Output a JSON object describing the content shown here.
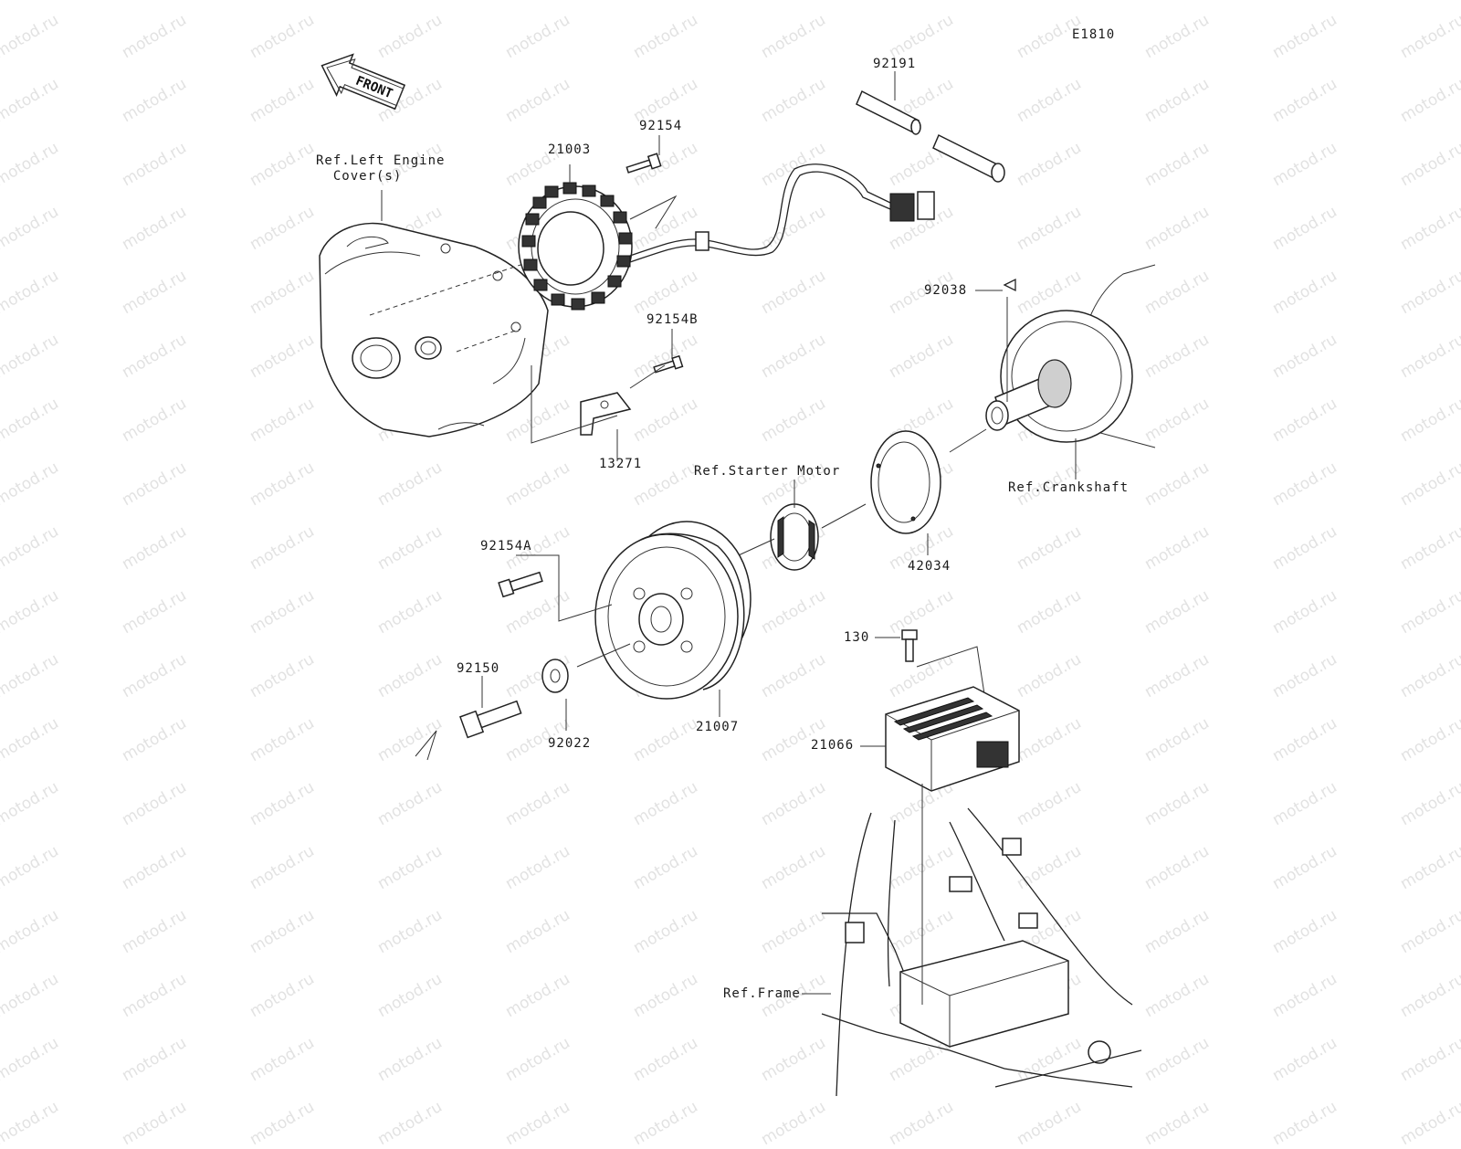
{
  "diagram_code": "E1810",
  "watermark": "motod.ru",
  "front_label": "FRONT",
  "labels": {
    "p92191": "92191",
    "p92154": "92154",
    "p21003": "21003",
    "ref_left_cover": "Ref.Left Engine\n  Cover(s)",
    "p92038": "92038",
    "p92154B": "92154B",
    "p13271": "13271",
    "ref_starter": "Ref.Starter Motor",
    "ref_crankshaft": "Ref.Crankshaft",
    "p42034": "42034",
    "p92154A": "92154A",
    "p130": "130",
    "p92150": "92150",
    "p92022": "92022",
    "p21007": "21007",
    "p21066": "21066",
    "ref_frame": "Ref.Frame"
  }
}
